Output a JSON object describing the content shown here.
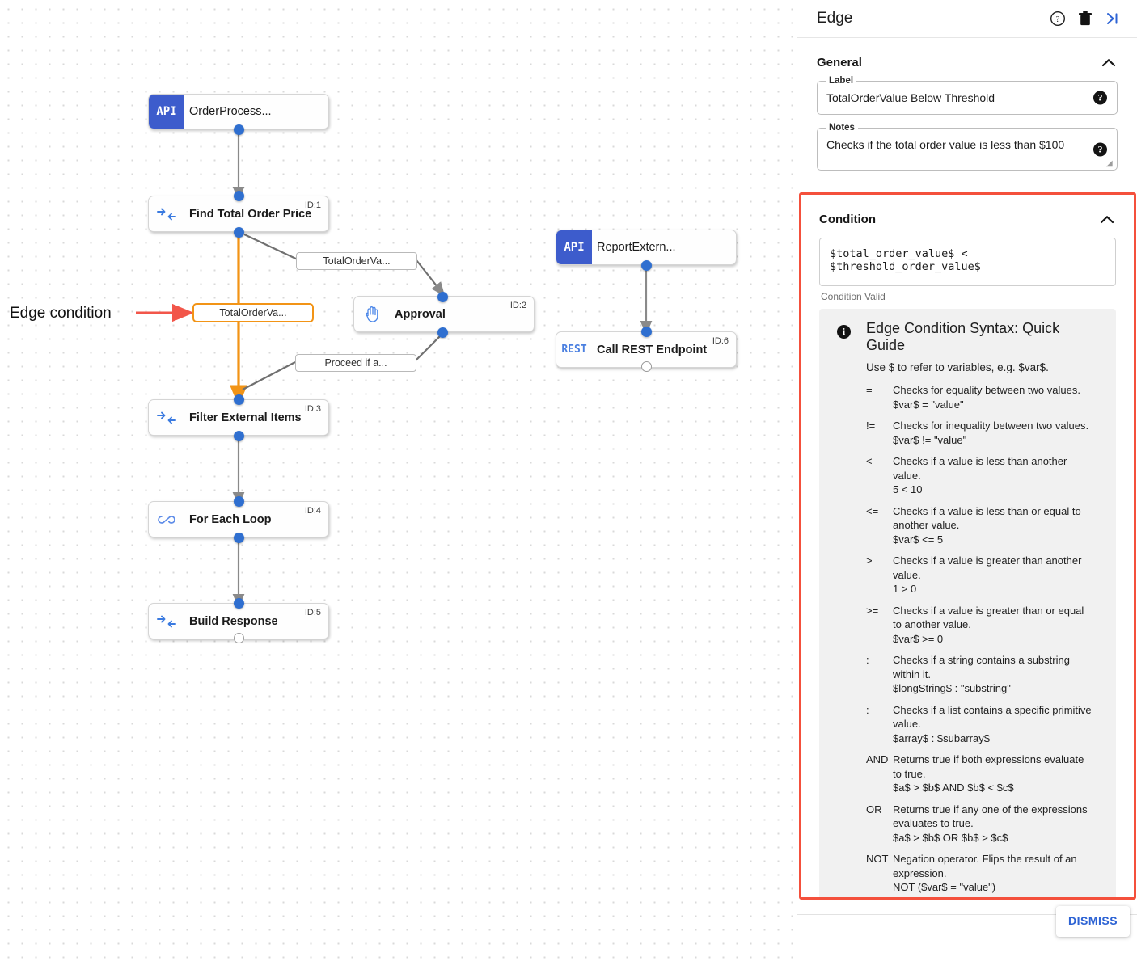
{
  "canvas": {
    "annotation": {
      "text": "Edge condition",
      "arrow_color": "#f2564a"
    },
    "nodes": [
      {
        "id": "",
        "title": "OrderProcess...",
        "icon": "api-icon",
        "icon_text": "API",
        "bold": false
      },
      {
        "id": "ID:1",
        "title": "Find Total Order Price",
        "icon": "find-data-icon",
        "icon_text": "",
        "bold": true
      },
      {
        "id": "ID:2",
        "title": "Approval",
        "icon": "hand-approval-icon",
        "icon_text": "",
        "bold": true
      },
      {
        "id": "ID:3",
        "title": "Filter External Items",
        "icon": "find-data-icon",
        "icon_text": "",
        "bold": true
      },
      {
        "id": "ID:4",
        "title": "For Each Loop",
        "icon": "loop-infinity-icon",
        "icon_text": "",
        "bold": true
      },
      {
        "id": "ID:5",
        "title": "Build Response",
        "icon": "find-data-icon",
        "icon_text": "",
        "bold": true
      },
      {
        "id": "",
        "title": "ReportExtern...",
        "icon": "api-icon",
        "icon_text": "API",
        "bold": false
      },
      {
        "id": "ID:6",
        "title": "Call REST Endpoint",
        "icon": "rest-icon",
        "icon_text": "REST",
        "bold": true
      }
    ],
    "edge_labels": [
      {
        "text": "TotalOrderVa...",
        "selected": false
      },
      {
        "text": "TotalOrderVa...",
        "selected": true
      },
      {
        "text": "Proceed if a...",
        "selected": false
      }
    ],
    "colors": {
      "selected_edge": "#f29416",
      "edge": "#707070",
      "port": "#2f6fd0",
      "api_badge": "#3d5ccc"
    }
  },
  "panel": {
    "title": "Edge",
    "header_icons": [
      {
        "name": "help-icon",
        "glyph": "?"
      },
      {
        "name": "delete-icon",
        "glyph": "trash"
      },
      {
        "name": "collapse-panel-icon",
        "glyph": ">|"
      }
    ],
    "general": {
      "heading": "General",
      "label_field": {
        "label": "Label",
        "value": "TotalOrderValue Below Threshold"
      },
      "notes_field": {
        "label": "Notes",
        "value": "Checks if the total order value is less than $100"
      }
    },
    "condition": {
      "heading": "Condition",
      "expression": "$total_order_value$ < $threshold_order_value$",
      "validity": "Condition Valid",
      "highlight_color": "#f4503c",
      "guide": {
        "title": "Edge Condition Syntax: Quick Guide",
        "subtitle": "Use $ to refer to variables, e.g. $var$.",
        "operators": [
          {
            "symbol": "=",
            "description": "Checks for equality between two values.",
            "example": "$var$ = \"value\""
          },
          {
            "symbol": "!=",
            "description": "Checks for inequality between two values.",
            "example": "$var$ != \"value\""
          },
          {
            "symbol": "<",
            "description": "Checks if a value is less than another value.",
            "example": "5 < 10"
          },
          {
            "symbol": "<=",
            "description": "Checks if a value is less than or equal to another value.",
            "example": "$var$ <= 5"
          },
          {
            "symbol": ">",
            "description": "Checks if a value is greater than another value.",
            "example": "1 > 0"
          },
          {
            "symbol": ">=",
            "description": "Checks if a value is greater than or equal to another value.",
            "example": "$var$ >= 0"
          },
          {
            "symbol": ":",
            "description": "Checks if a string contains a substring within it.",
            "example": "$longString$ : \"substring\""
          },
          {
            "symbol": ":",
            "description": "Checks if a list contains a specific primitive value.",
            "example": "$array$ : $subarray$"
          },
          {
            "symbol": "AND",
            "description": "Returns true if both expressions evaluate to true.",
            "example": "$a$ > $b$ AND $b$ < $c$"
          },
          {
            "symbol": "OR",
            "description": "Returns true if any one of the expressions evaluates to true.",
            "example": "$a$ > $b$ OR $b$ > $c$"
          },
          {
            "symbol": "NOT",
            "description": "Negation operator. Flips the result of an expression.",
            "example": "NOT ($var$ = \"value\")"
          }
        ]
      }
    },
    "dismiss_label": "DISMISS"
  }
}
